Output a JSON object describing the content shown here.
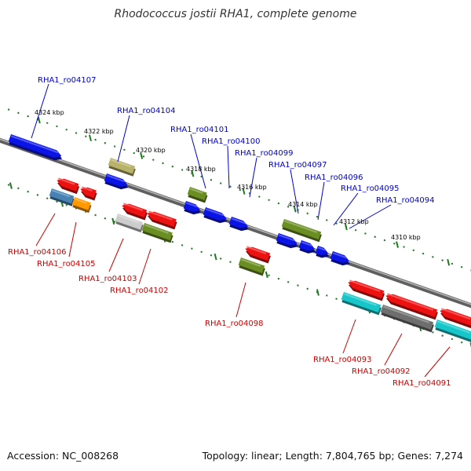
{
  "title": "Rhodococcus jostii RHA1, complete genome",
  "accession": "Accession: NC_008268",
  "topology": "Topology: linear; Length: 7,804,765 bp; Genes: 7,274",
  "colors": {
    "forward_label": "#0000cc",
    "reverse_label": "#cc0000",
    "backbone": "#808080",
    "tick_dots": "#2e7d32",
    "blue": "#0a14e6",
    "red": "#ee1111",
    "olive": "#6b8e23",
    "khaki": "#b8b26a",
    "steelblue": "#4682b4",
    "orange": "#ff9900",
    "silver": "#cccccc",
    "cyan": "#17c6c9",
    "grey": "#6e6e6e"
  },
  "scale": [
    {
      "label": "4324 kbp"
    },
    {
      "label": "4322 kbp"
    },
    {
      "label": "4320 kbp"
    },
    {
      "label": "4318 kbp"
    },
    {
      "label": "4316 kbp"
    },
    {
      "label": "4314 kbp"
    },
    {
      "label": "4312 kbp"
    },
    {
      "label": "4310 kbp"
    }
  ],
  "forward_genes": [
    {
      "id": "RHA1_ro04107"
    },
    {
      "id": "RHA1_ro04104"
    },
    {
      "id": "RHA1_ro04101"
    },
    {
      "id": "RHA1_ro04100"
    },
    {
      "id": "RHA1_ro04099"
    },
    {
      "id": "RHA1_ro04097"
    },
    {
      "id": "RHA1_ro04096"
    },
    {
      "id": "RHA1_ro04095"
    },
    {
      "id": "RHA1_ro04094"
    }
  ],
  "reverse_genes": [
    {
      "id": "RHA1_ro04106"
    },
    {
      "id": "RHA1_ro04105"
    },
    {
      "id": "RHA1_ro04103"
    },
    {
      "id": "RHA1_ro04102"
    },
    {
      "id": "RHA1_ro04098"
    },
    {
      "id": "RHA1_ro04093"
    },
    {
      "id": "RHA1_ro04092"
    },
    {
      "id": "RHA1_ro04091"
    }
  ]
}
